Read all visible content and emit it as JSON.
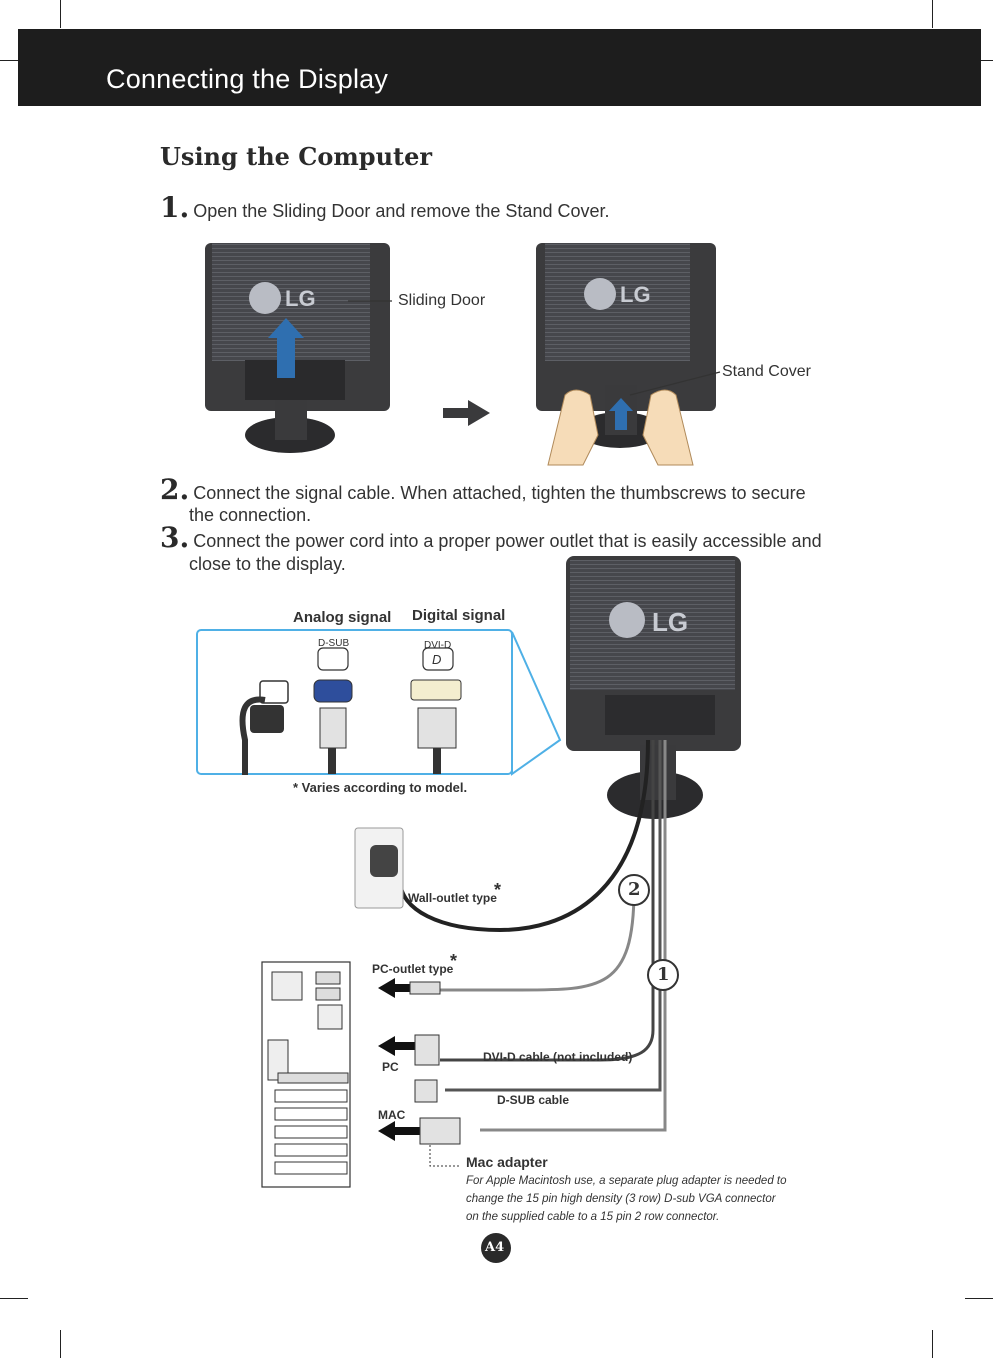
{
  "header": {
    "title": "Connecting the Display"
  },
  "section": {
    "title": "Using the Computer"
  },
  "steps": [
    {
      "number": "1.",
      "text": "Open the Sliding Door and remove the Stand Cover."
    },
    {
      "number": "2.",
      "text_line1": "Connect the signal cable. When attached, tighten the thumbscrews to secure",
      "text_line2": "the connection."
    },
    {
      "number": "3.",
      "text_line1": "Connect the power cord into a proper power outlet that is easily accessible and",
      "text_line2": "close to the display."
    }
  ],
  "callouts": {
    "sliding_door": "Sliding Door",
    "stand_cover": "Stand Cover",
    "brand_logo": "LG"
  },
  "signal_panel": {
    "analog_label": "Analog signal",
    "digital_label": "Digital signal",
    "dsub_port": "D-SUB",
    "dvid_port": "DVI-D",
    "dvid_symbol": "D",
    "note": "* Varies according to model."
  },
  "cabling": {
    "wall_outlet": "Wall-outlet type",
    "pc_outlet": "PC-outlet type",
    "asterisk": "*",
    "marker_1": "1",
    "marker_2": "2",
    "dvid_cable": "DVI-D cable (not included)",
    "dsub_cable": "D-SUB cable",
    "pc_label": "PC",
    "mac_label": "MAC",
    "mac_adapter_title": "Mac adapter",
    "mac_adapter_desc_1": "For Apple Macintosh use, a separate plug adapter is needed to",
    "mac_adapter_desc_2": "change the 15 pin high density (3 row) D-sub VGA connector",
    "mac_adapter_desc_3": "on the supplied cable to a 15 pin 2 row connector."
  },
  "page_number": "A4",
  "colors": {
    "header_bg": "#1d1d1d",
    "panel_blue": "#4fb0e6",
    "arrow_blue": "#2f6fb0",
    "monitor": "#3a3a3c"
  }
}
